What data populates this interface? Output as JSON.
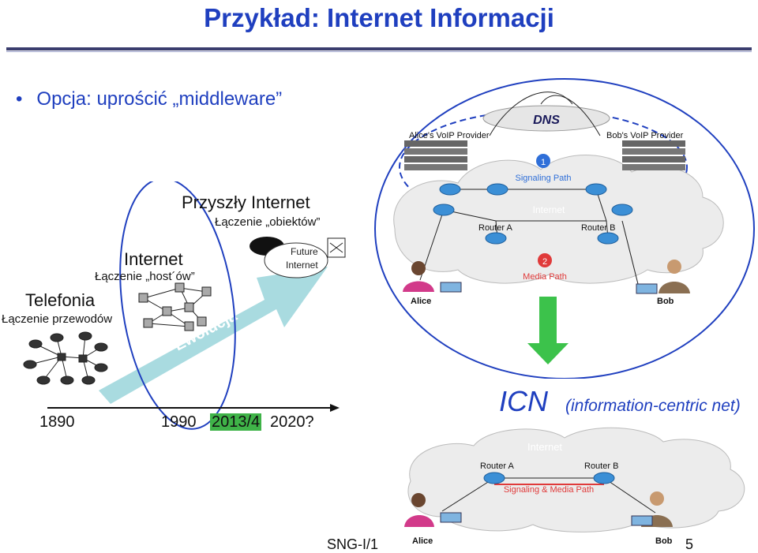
{
  "slide": {
    "title": "Przykład: Internet Informacji",
    "bullet": "Opcja: uprościć „middleware”",
    "footer": "SNG-I/1",
    "page_number": "5"
  },
  "evolution": {
    "telefonia": "Telefonia",
    "telefonia_sub": "Łączenie przewodów",
    "internet": "Internet",
    "internet_sub": "Łączenie „host´ów”",
    "future": "Przyszły Internet",
    "future_sub": "Łączenie „obiektów”",
    "future_cloud_line1": "Future",
    "future_cloud_line2": "Internet",
    "arrow_label": "Ewolucja",
    "years": [
      "1890",
      "1990",
      "2013/4",
      "2020?"
    ]
  },
  "voip_diagram": {
    "dns": "DNS",
    "alice_provider": "Alice's VoIP Provider",
    "bob_provider": "Bob's VoIP Provider",
    "internet": "Internet",
    "router_a": "Router A",
    "router_b": "Router B",
    "signaling_num": "1",
    "signaling_path": "Signaling Path",
    "media_num": "2",
    "media_path": "Media Path",
    "alice": "Alice",
    "bob": "Bob"
  },
  "icn": {
    "title": "ICN",
    "subtitle": "(information-centric net)",
    "internet": "Internet",
    "router_a": "Router A",
    "router_b": "Router B",
    "path": "Signaling & Media Path",
    "alice": "Alice",
    "bob": "Bob"
  },
  "colors": {
    "title_blue": "#1f3fbf",
    "highlight_green": "#3fb348",
    "arrow_teal": "#9fd6dc",
    "down_arrow_green": "#3cc24b",
    "router_blue": "#3b8fd6",
    "signal_red": "#e03a3a"
  }
}
